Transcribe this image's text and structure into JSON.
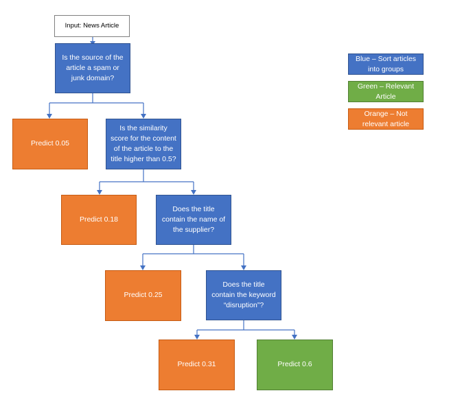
{
  "input": {
    "label": "Input: News Article"
  },
  "questions": [
    "Is the source of the article a spam or junk domain?",
    "Is the similarity score for the content of the article to the title higher than 0.5?",
    "Does the title contain the name of the supplier?",
    "Does the title contain the keyword “disruption”?"
  ],
  "predictions": [
    "Predict 0.05",
    "Predict 0.18",
    "Predict 0.25",
    "Predict 0.31",
    "Predict 0.6"
  ],
  "legend": {
    "blue": "Blue – Sort articles into groups",
    "green": "Green – Relevant Article",
    "orange": "Orange – Not relevant article"
  },
  "colors": {
    "blue": "#4472c4",
    "orange": "#ed7d31",
    "green": "#70ad47"
  }
}
